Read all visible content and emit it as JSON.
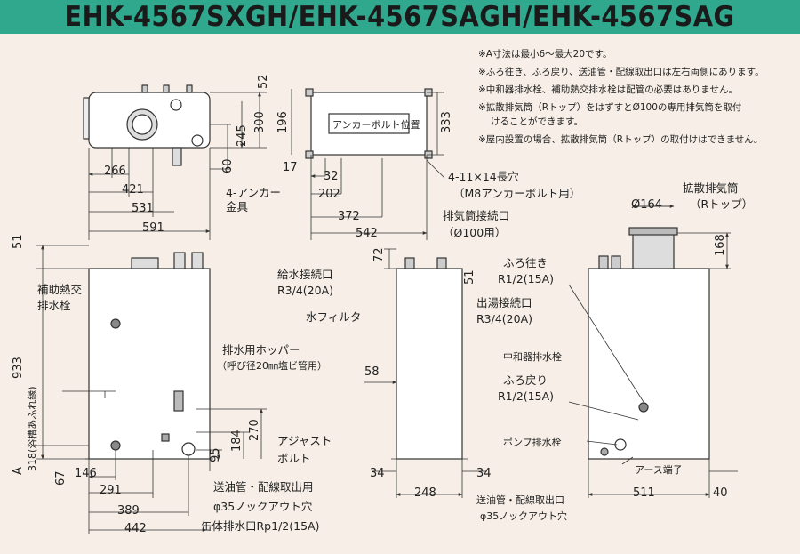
{
  "title": "EHK-4567SXGH/EHK-4567SAGH/EHK-4567SAG",
  "notes": [
    "※A寸法は最小6～最大20です。",
    "※ふろ往き、ふろ戻り、送油管・配線取出口は左右両側にあります。",
    "※中和器排水栓、補助熱交排水栓は配管の必要はありません。",
    "※拡散排気筒（Rトップ）をはずすとØ100の専用排気筒を取付",
    "けることができます。",
    "※屋内設置の場合、拡散排気筒（Rトップ）の取付けはできません。"
  ],
  "labels": {
    "anchor_position": "アンカーボルト位置",
    "anchor_bracket_1": "4-アンカー",
    "anchor_bracket_2": "金具",
    "slot_hole": "4-11×14長穴",
    "anchor_bolt": "（M8アンカーボルト用）",
    "aux_drain_1": "補助熱交",
    "aux_drain_2": "排水栓",
    "hopper_1": "排水用ホッパー",
    "hopper_2": "（呼び径20㎜塩ビ管用）",
    "adjust_bolt_1": "アジャスト",
    "adjust_bolt_2": "ボルト",
    "oil_pipe_1": "送油管・配線取出用",
    "knockout_1": "φ35ノックアウト穴",
    "body_drain": "缶体排水口Rp1/2(15A)",
    "exhaust_conn_1": "排気筒接続口",
    "exhaust_conn_2": "（Ø100用）",
    "water_supply_1": "給水接続口",
    "water_supply_2": "R3/4(20A)",
    "water_filter": "水フィルタ",
    "hot_outlet_1": "出湯接続口",
    "hot_outlet_2": "R3/4(20A)",
    "diffuser_1": "拡散排気筒",
    "diffuser_2": "（Rトップ）",
    "bath_supply_1": "ふろ往き",
    "bath_supply_2": "R1/2(15A)",
    "neutralizer": "中和器排水栓",
    "bath_return_1": "ふろ戻り",
    "bath_return_2": "R1/2(15A)",
    "pump_drain": "ポンプ排水栓",
    "earth_terminal": "アース端子",
    "oil_pipe_2": "送油管・配線取出口",
    "knockout_2": "φ35ノックアウト穴"
  },
  "dims": {
    "d52": "52",
    "d300": "300",
    "d245": "245",
    "d60": "60",
    "d266": "266",
    "d421": "421",
    "d531": "531",
    "d591": "591",
    "d196": "196",
    "d333": "333",
    "d17": "17",
    "d32": "32",
    "d202": "202",
    "d372": "372",
    "d542": "542",
    "d51": "51",
    "d933": "933",
    "d318": "318(浴槽あふれ縁)",
    "dA": "A",
    "d67": "67",
    "d146": "146",
    "d291": "291",
    "d389": "389",
    "d442": "442",
    "d95": "95",
    "d184": "184",
    "d270": "270",
    "d72": "72",
    "d51b": "51",
    "d58": "58",
    "d34": "34",
    "d34b": "34",
    "d248": "248",
    "dphi164": "Ø164",
    "d168": "168",
    "d511": "511",
    "d40": "40"
  }
}
